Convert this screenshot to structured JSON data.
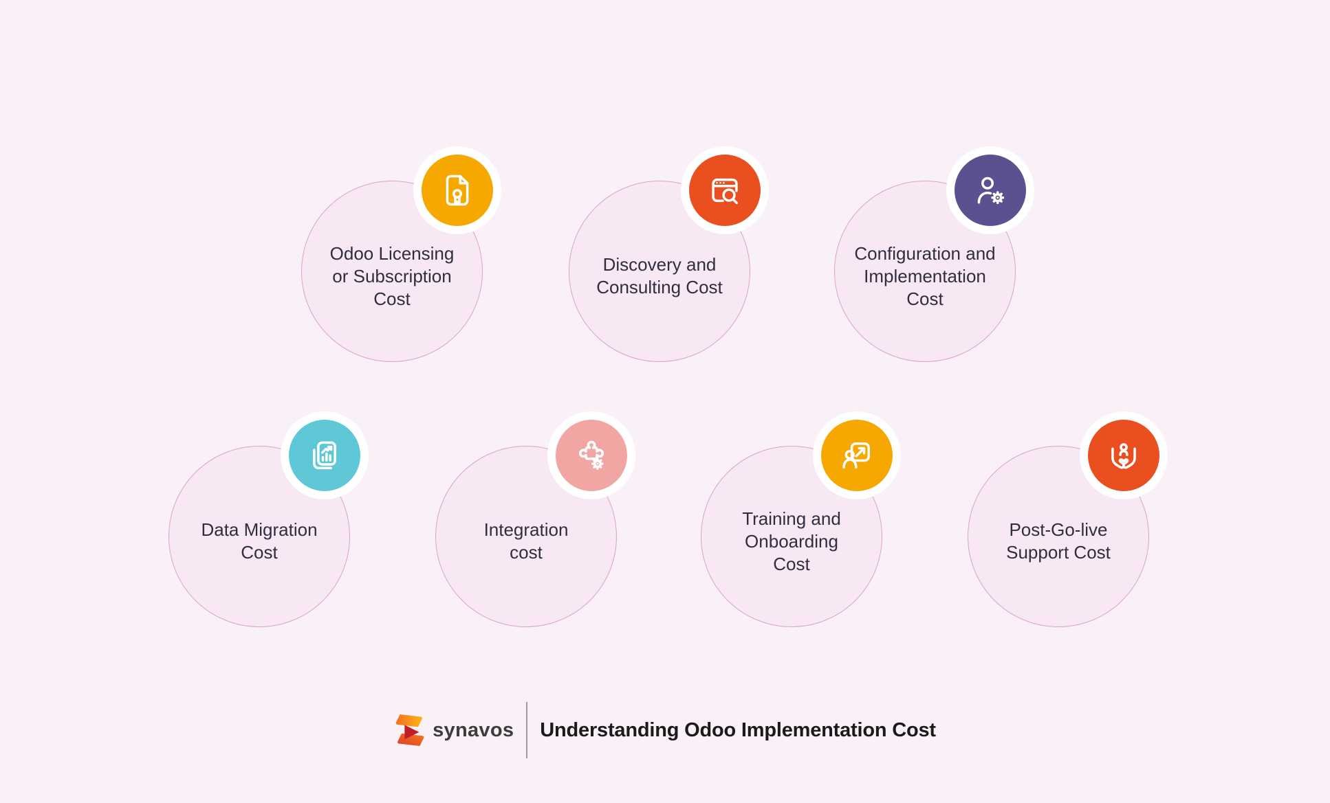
{
  "palette": {
    "page_background": "#FAF1F8",
    "bubble_fill": "#F8E8F4",
    "bubble_border": "#D9A2CC",
    "label_text": "#2F2E41",
    "badge_ring": "#FFFFFF"
  },
  "nodes": [
    {
      "label": "Odoo Licensing or Subscription Cost",
      "lines": [
        "Odoo Licensing",
        "or Subscription",
        "Cost"
      ],
      "icon": "certificate-document-icon",
      "badge_color": "#F7A800"
    },
    {
      "label": "Discovery and Consulting Cost",
      "lines": [
        "Discovery and",
        "Consulting Cost"
      ],
      "icon": "browser-search-icon",
      "badge_color": "#E94F1F"
    },
    {
      "label": "Configuration and Implementation Cost",
      "lines": [
        "Configuration and",
        "Implementation",
        "Cost"
      ],
      "icon": "user-gear-icon",
      "badge_color": "#5A5290"
    },
    {
      "label": "Data Migration Cost",
      "lines": [
        "Data Migration",
        "Cost"
      ],
      "icon": "report-chart-icon",
      "badge_color": "#5EC8D6"
    },
    {
      "label": "Integration cost",
      "lines": [
        "Integration",
        "cost"
      ],
      "icon": "puzzle-gear-icon",
      "badge_color": "#F1A6A4"
    },
    {
      "label": "Training and Onboarding Cost",
      "lines": [
        "Training and",
        "Onboarding",
        "Cost"
      ],
      "icon": "user-growth-icon",
      "badge_color": "#F7A800"
    },
    {
      "label": "Post-Go-live Support Cost",
      "lines": [
        "Post-Go-live",
        "Support Cost"
      ],
      "icon": "hands-care-icon",
      "badge_color": "#E94F1F"
    }
  ],
  "footer": {
    "brand": "synavos",
    "title": "Understanding Odoo Implementation Cost",
    "logo_colors": {
      "top_gradient": [
        "#F37021",
        "#FDB515"
      ],
      "chevron": "#C21F24",
      "bottom_gradient": [
        "#F47B20",
        "#E23B25"
      ]
    }
  }
}
